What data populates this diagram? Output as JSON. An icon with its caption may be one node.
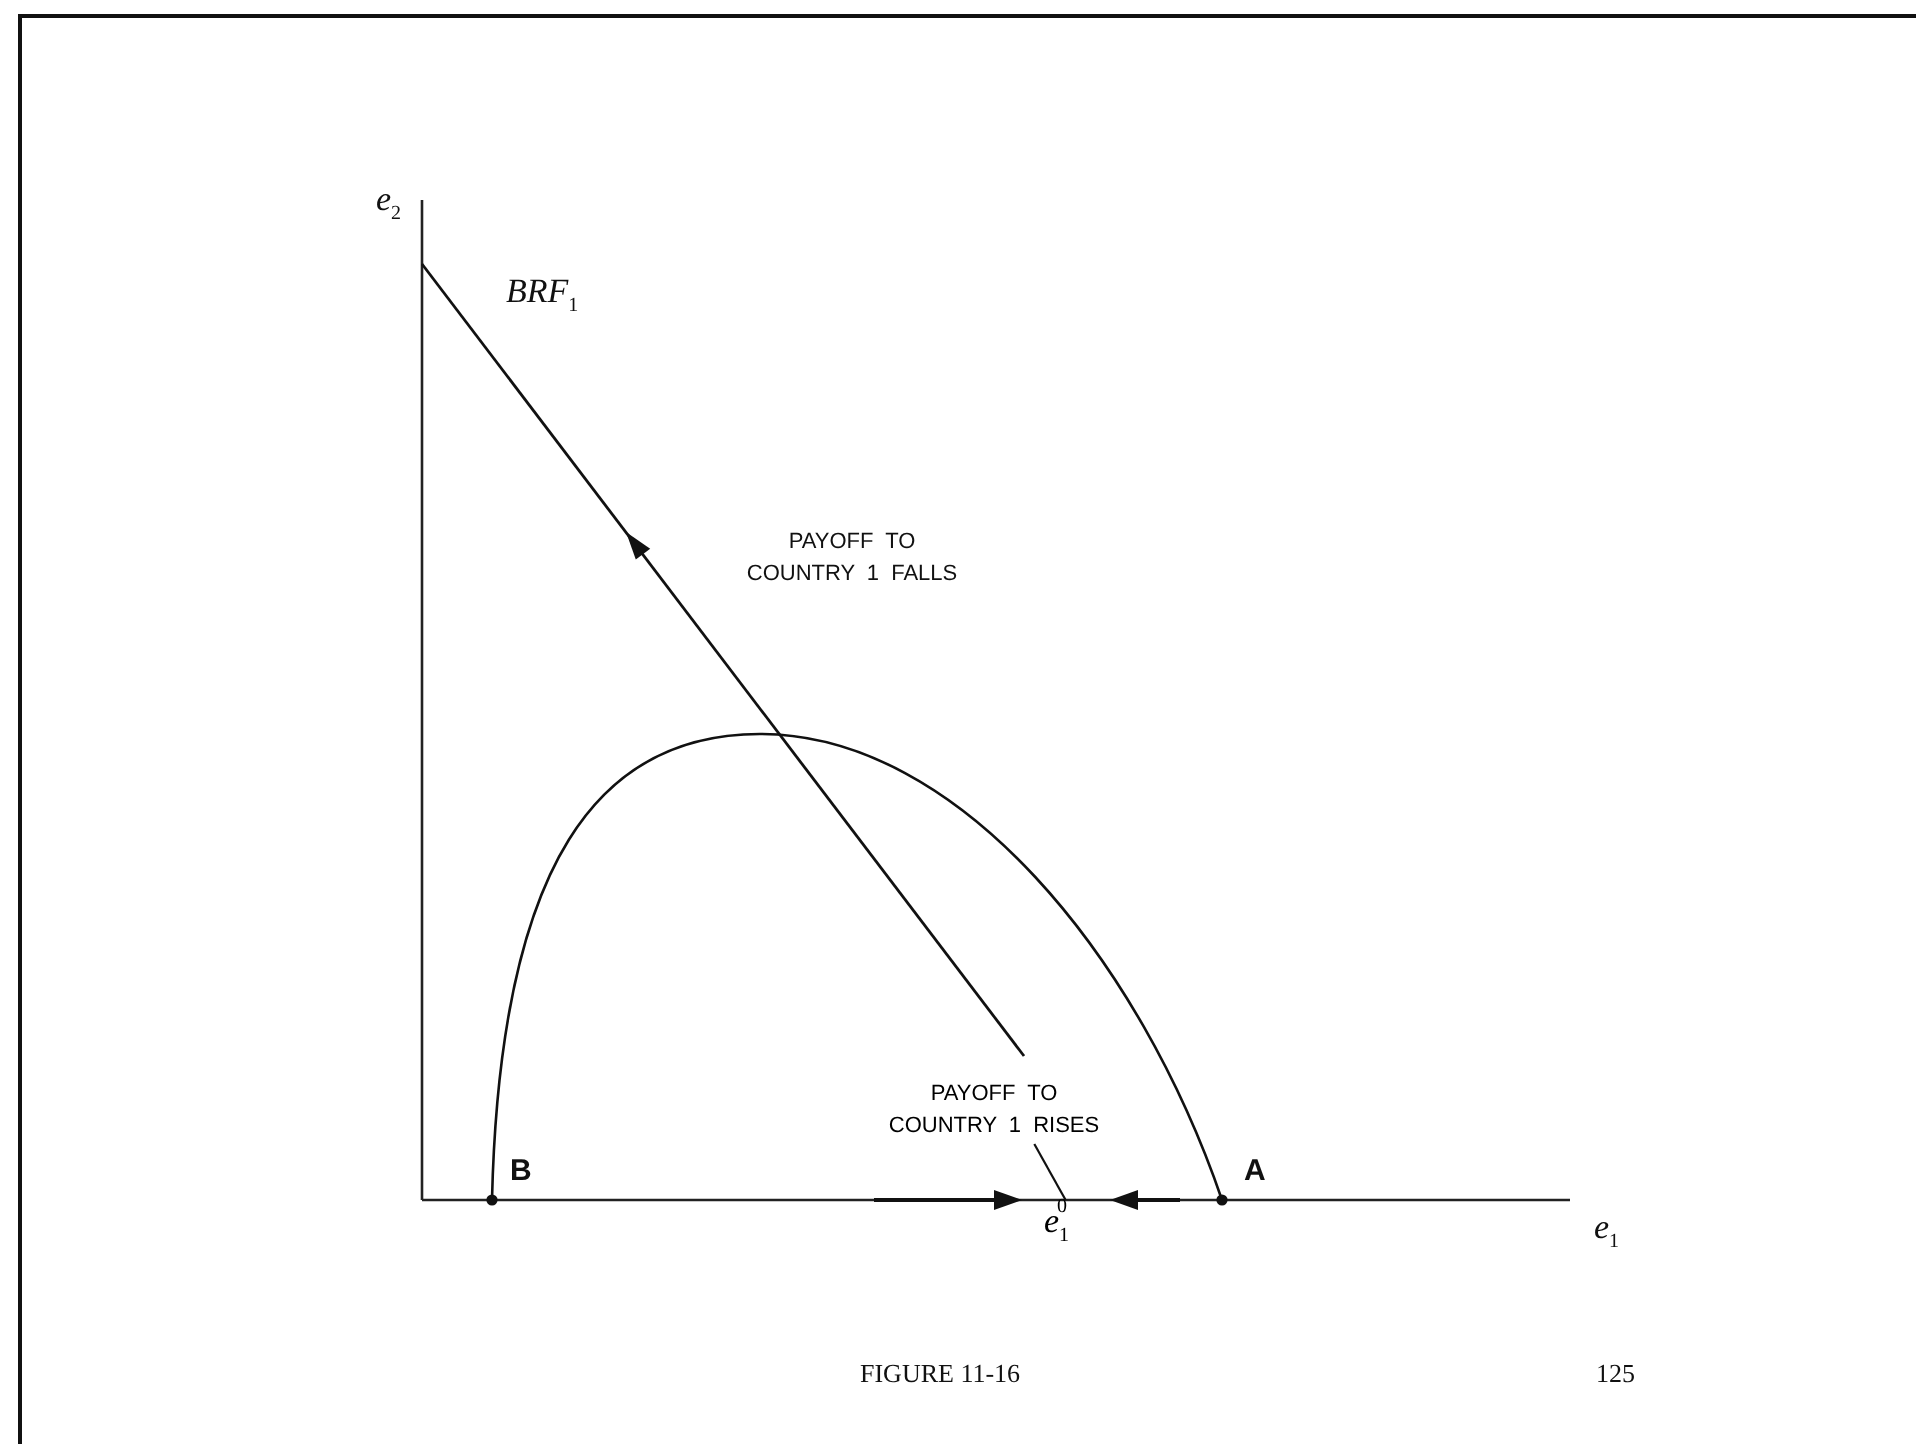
{
  "diagram": {
    "nodes": [
      {
        "text": [
          "PAYOFF TO COUNTRY 1 RISES"
        ]
      },
      {
        "text": [
          "e$_{1}$$^{0}$"
        ]
      }
    ],
    "edges": [
      {
        "from": 0,
        "to": 1,
        "arrow": "none"
      }
    ],
    "labels": [
      "e$_{2}$",
      "BRF$_{1}$",
      "PAYOFF TO COUNTRY 1 FALLS",
      "B",
      "A",
      "e$_{1}$",
      "FIGURE 11-16",
      "125"
    ]
  }
}
